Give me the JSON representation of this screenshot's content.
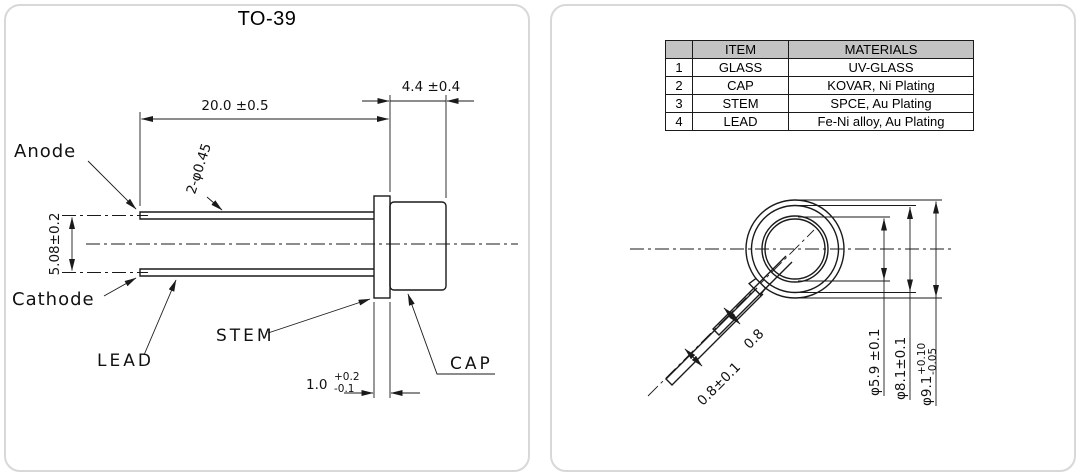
{
  "title": "TO-39",
  "side_view": {
    "labels": {
      "anode": "Anode",
      "cathode": "Cathode",
      "lead": "LEAD",
      "stem": "STEM",
      "cap": "CAP"
    },
    "dims": {
      "lead_length": "20.0 ±0.5",
      "cap_depth": "4.4 ±0.4",
      "lead_diameter": "2-φ0.45",
      "lead_pitch": "5.08±0.2",
      "stem_thickness": "1.0",
      "stem_tol_plus": "+0.2",
      "stem_tol_minus": "-0.1"
    }
  },
  "materials_table": {
    "headers": [
      "",
      "ITEM",
      "MATERIALS"
    ],
    "rows": [
      {
        "no": "1",
        "item": "GLASS",
        "material": "UV-GLASS"
      },
      {
        "no": "2",
        "item": "CAP",
        "material": "KOVAR, Ni Plating"
      },
      {
        "no": "3",
        "item": "STEM",
        "material": "SPCE, Au Plating"
      },
      {
        "no": "4",
        "item": "LEAD",
        "material": "Fe-Ni alloy, Au Plating"
      }
    ]
  },
  "bottom_view": {
    "dims": {
      "lead_dia": "0.8±0.1",
      "lead_gap": "0.8",
      "window_dia": "φ5.9 ±0.1",
      "cap_dia": "φ8.1±0.1",
      "flange_dia": "φ9.1",
      "flange_tol_plus": "+0.10",
      "flange_tol_minus": "-0.05"
    }
  },
  "colors": {
    "line": "#1a1a1a",
    "table_header_bg": "#c3c3c3",
    "panel_border": "#d8d8d8"
  }
}
